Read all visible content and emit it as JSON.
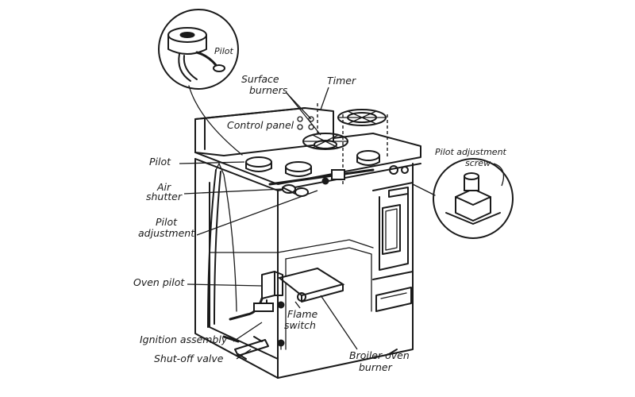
{
  "labels": {
    "pilot_inset": "Pilot",
    "surface_burners_1": "Surface",
    "surface_burners_2": "burners",
    "timer": "Timer",
    "control_panel": "Control panel",
    "pilot_adjustment_screw_1": "Pilot adjustment",
    "pilot_adjustment_screw_2": "screw",
    "pilot": "Pilot",
    "air_shutter_1": "Air",
    "air_shutter_2": "shutter",
    "pilot_adjustment_1": "Pilot",
    "pilot_adjustment_2": "adjustment",
    "oven_pilot": "Oven pilot",
    "flame_switch_1": "Flame",
    "flame_switch_2": "switch",
    "ignition_assembly": "Ignition assembly",
    "shut_off_valve": "Shut-off valve",
    "broiler_oven_burner_1": "Broiler oven",
    "broiler_oven_burner_2": "burner"
  }
}
